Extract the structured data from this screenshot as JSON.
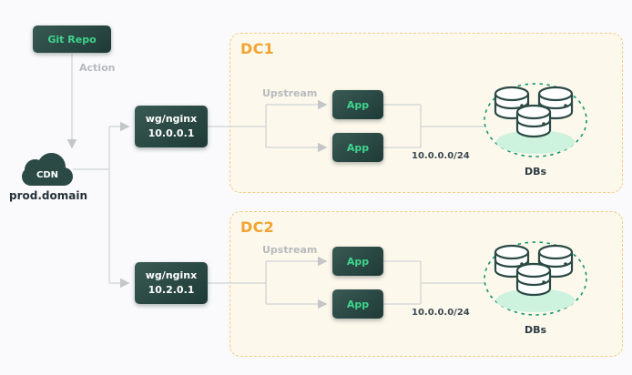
{
  "colors": {
    "node_bg": "#24403c",
    "accent_green": "#3fd58f",
    "dc_border": "#f0cc8a",
    "dc_title": "#f0a431",
    "wire": "#d7d9da",
    "db_shadow": "#cdf2de"
  },
  "git": {
    "label": "Git Repo",
    "action": "Action"
  },
  "cdn": {
    "label": "CDN",
    "domain": "prod.domain"
  },
  "dcs": [
    {
      "title": "DC1",
      "gw_line1": "wg/nginx",
      "gw_line2": "10.0.0.1",
      "upstream": "Upstream",
      "app_a": "App",
      "app_b": "App",
      "subnet": "10.0.0.0/24",
      "dbs": "DBs"
    },
    {
      "title": "DC2",
      "gw_line1": "wg/nginx",
      "gw_line2": "10.2.0.1",
      "upstream": "Upstream",
      "app_a": "App",
      "app_b": "App",
      "subnet": "10.0.0.0/24",
      "dbs": "DBs"
    }
  ]
}
